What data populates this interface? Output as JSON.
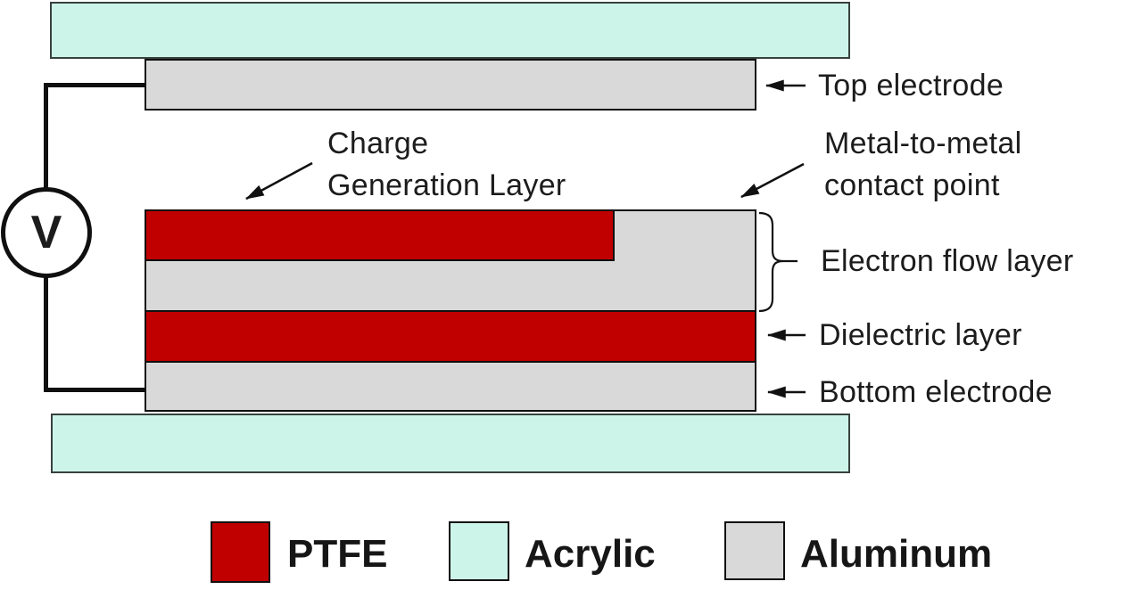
{
  "figure": {
    "voltmeter_symbol": "V",
    "annotations": {
      "top_electrode": "Top electrode",
      "charge_generation_line1": "Charge",
      "charge_generation_line2": "Generation Layer",
      "metal_contact_line1": "Metal-to-metal",
      "metal_contact_line2": "contact point",
      "electron_flow": "Electron flow layer",
      "dielectric": "Dielectric layer",
      "bottom_electrode": "Bottom electrode"
    },
    "colors": {
      "ptfe": "#c00000",
      "acrylic": "#cdf4e9",
      "aluminum": "#d9d9d9",
      "line": "#111111"
    }
  },
  "legend": {
    "items": [
      {
        "label": "PTFE",
        "color": "#c00000"
      },
      {
        "label": "Acrylic",
        "color": "#cdf4e9"
      },
      {
        "label": "Aluminum",
        "color": "#d9d9d9"
      }
    ]
  }
}
